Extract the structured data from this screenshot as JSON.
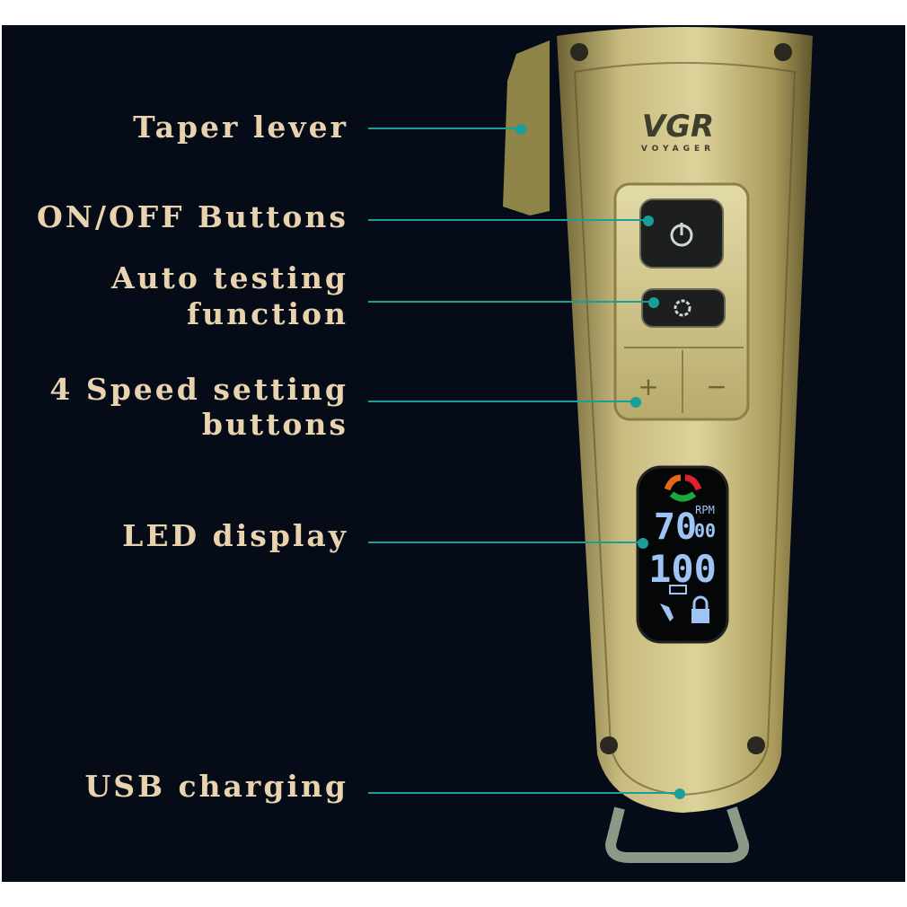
{
  "labels": {
    "taper_lever": "Taper lever",
    "on_off": "ON/OFF Buttons",
    "auto_testing_1": "Auto testing",
    "auto_testing_2": "function",
    "speed_1": "4 Speed setting",
    "speed_2": "buttons",
    "led": "LED display",
    "usb": "USB charging"
  },
  "product": {
    "brand": "VGR",
    "sub_brand": "VOYAGER",
    "display": {
      "unit": "RPM",
      "top_digits": "70",
      "small_digits": "00",
      "bottom_digits": "100"
    }
  },
  "colors": {
    "background": "#050b17",
    "accent_line": "#1a9e97",
    "label": "#e8d3ae",
    "body": "#b9a767"
  }
}
